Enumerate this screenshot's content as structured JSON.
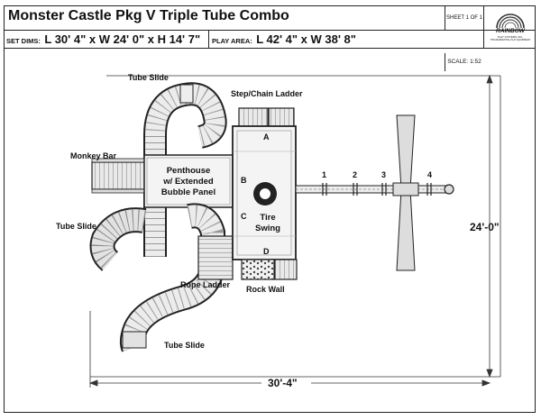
{
  "header": {
    "title": "Monster Castle Pkg V Triple Tube Combo",
    "sheet": "SHEET 1 OF 1",
    "scale": "SCALE: 1:52",
    "set_dims_label": "SET DIMS:",
    "set_dims_value": "L 30' 4\" x W 24' 0\" x H 14' 7\"",
    "play_area_label": "PLAY AREA:",
    "play_area_value": "L 42' 4\" x W 38' 8\""
  },
  "logo": {
    "name": "RAINBOW",
    "sub": "PLAY SYSTEMS, INC.",
    "tagline": "THE RESIDENTIAL PLAY EQUIPMENT"
  },
  "labels": {
    "tube_slide_top": "Tube Slide",
    "step_chain_ladder": "Step/Chain Ladder",
    "monkey_bar": "Monkey Bar",
    "penthouse_1": "Penthouse",
    "penthouse_2": "w/ Extended",
    "penthouse_3": "Bubble Panel",
    "tube_slide_left": "Tube Slide",
    "rope_ladder": "Rope Ladder",
    "rock_wall": "Rock Wall",
    "tube_slide_bottom": "Tube Slide",
    "tire_swing_1": "Tire",
    "tire_swing_2": "Swing",
    "deck_a": "A",
    "deck_b": "B",
    "deck_c": "C",
    "deck_d": "D",
    "pos_1": "1",
    "pos_2": "2",
    "pos_3": "3",
    "pos_4": "4"
  },
  "dimensions": {
    "width": "24'-0\"",
    "length": "30'-4\""
  }
}
